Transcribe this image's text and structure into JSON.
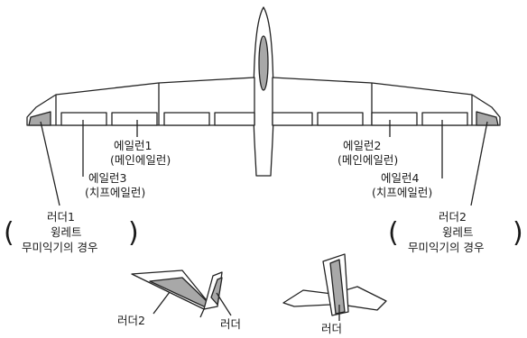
{
  "labels": {
    "aileron1": "에일런1",
    "aileron1_sub": "(메인에일런)",
    "aileron3": "에일런3",
    "aileron3_sub": "(치프에일런)",
    "aileron2": "에일런2",
    "aileron2_sub": "(메인에일런)",
    "aileron4": "에일런4",
    "aileron4_sub": "(치프에일런)",
    "rudder1": "러더1",
    "winglet_left": "윙레트",
    "tailless_left": "무미익기의 경우",
    "rudder2": "러더2",
    "winglet_right": "윙레트",
    "tailless_right": "무미익기의 경우",
    "vtail_rudder2": "러더2",
    "vtail_rudder": "러더",
    "ttail_rudder": "러더"
  },
  "colors": {
    "line": "#222222",
    "surface_fill": "#a8a8a8",
    "background": "#ffffff"
  }
}
